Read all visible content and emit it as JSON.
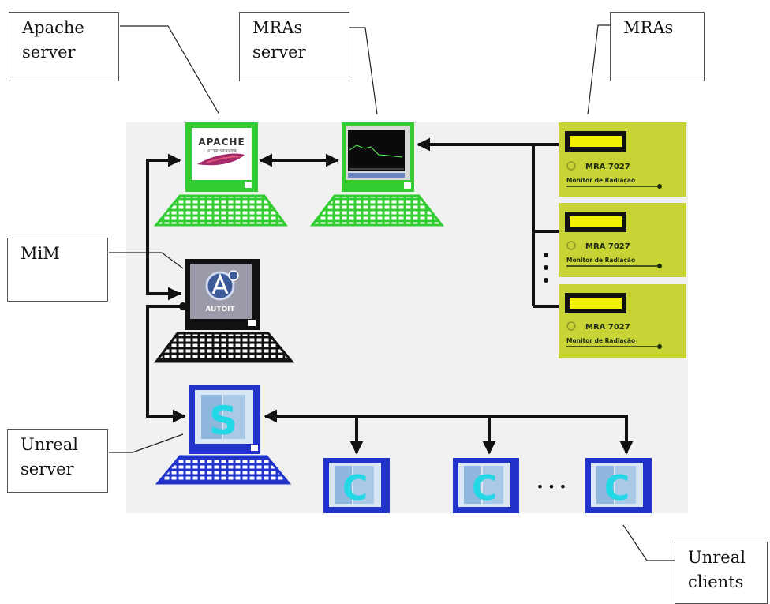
{
  "callouts": {
    "apache": "Apache\nserver",
    "mras_server": "MRAs\nserver",
    "mras": "MRAs",
    "mim": "MiM",
    "unreal_server": "Unreal\nserver",
    "unreal_clients": "Unreal\nclients"
  },
  "apache_logo": {
    "brand": "APACHE",
    "tagline": "HTTP SERVER"
  },
  "autoit_logo": {
    "text": "AUTOIT"
  },
  "mra_units": [
    {
      "model": "MRA  7027",
      "subtitle": "Monitor de Radiação"
    },
    {
      "model": "MRA  7027",
      "subtitle": "Monitor de Radiação"
    },
    {
      "model": "MRA  7027",
      "subtitle": "Monitor de Radiação"
    }
  ],
  "server_logo_letter": "S",
  "client_logo_letter": "C",
  "ellipsis": "• • •",
  "colors": {
    "background_panel": "#f1f1f1",
    "green_computer": "#33cc33",
    "blue_computer": "#2233cc",
    "mra_panel": "#c8d436",
    "mra_display": "#f0f000",
    "connector": "#111111"
  }
}
